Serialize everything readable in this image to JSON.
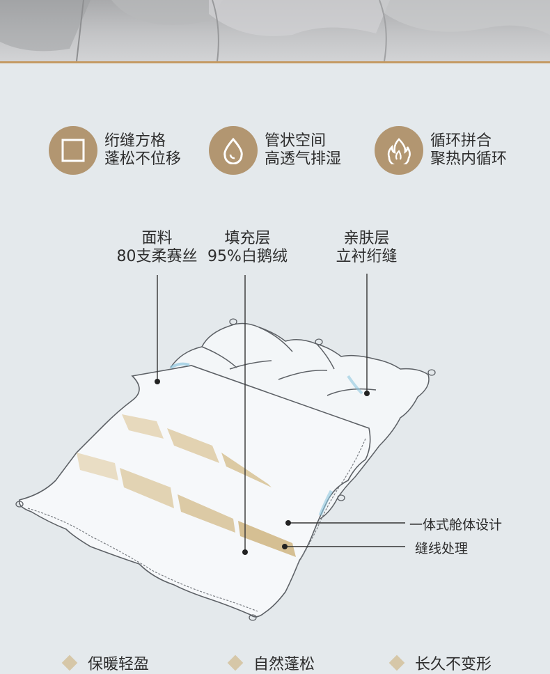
{
  "features": [
    {
      "icon": "square-icon",
      "line1": "绗缝方格",
      "line2": "蓬松不位移"
    },
    {
      "icon": "water-drop-icon",
      "line1": "管状空间",
      "line2": "高透气排湿"
    },
    {
      "icon": "flame-icon",
      "line1": "循环拼合",
      "line2": "聚热内循环"
    }
  ],
  "layers": {
    "fabric": {
      "line1": "面料",
      "line2": "80支柔赛丝"
    },
    "filling": {
      "line1": "填充层",
      "line2": "95%白鹅绒"
    },
    "skin": {
      "line1": "亲肤层",
      "line2": "立衬绗缝"
    }
  },
  "side_labels": {
    "cabin": "一体式舱体设计",
    "stitch": "缝线处理"
  },
  "bottom_features": [
    "保暖轻盈",
    "自然蓬松",
    "长久不变形"
  ],
  "colors": {
    "accent": "#b29671",
    "background": "#e4e9ec",
    "divider": "#c49a63"
  }
}
